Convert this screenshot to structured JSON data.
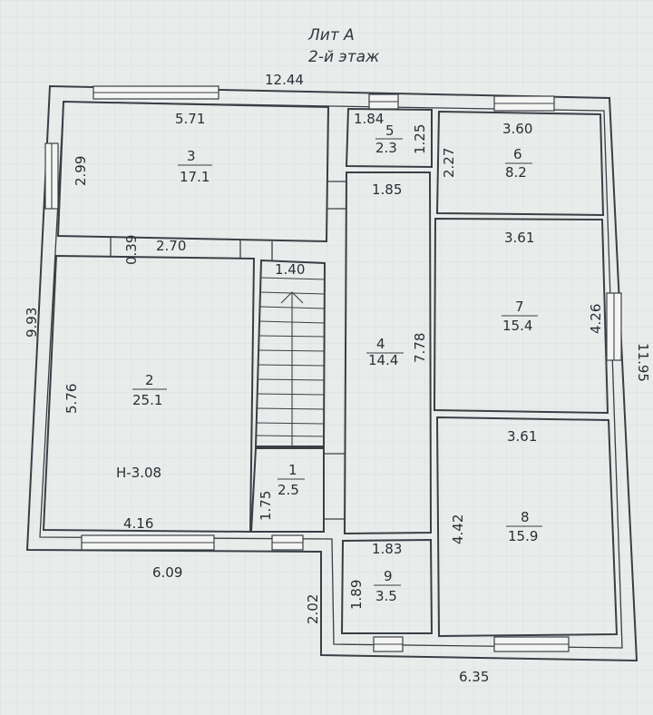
{
  "title": {
    "line1": "Лит А",
    "line2": "2-й этаж"
  },
  "dimensions": {
    "top_width": "12.44",
    "left_height": "9.93",
    "right_height": "11.95",
    "bottom_left_width": "6.09",
    "bottom_right_width": "6.35",
    "step": "2.02"
  },
  "height_mark": "Н-3.08",
  "rooms": [
    {
      "number": "1",
      "area": "2.5",
      "dims": [
        "1.75"
      ]
    },
    {
      "number": "2",
      "area": "25.1",
      "dims": [
        "5.76",
        "4.16"
      ]
    },
    {
      "number": "3",
      "area": "17.1",
      "dims": [
        "5.71",
        "2.99"
      ]
    },
    {
      "number": "4",
      "area": "14.4",
      "dims": [
        "1.85",
        "7.78"
      ]
    },
    {
      "number": "5",
      "area": "2.3",
      "dims": [
        "1.84",
        "1.25"
      ]
    },
    {
      "number": "6",
      "area": "8.2",
      "dims": [
        "3.60",
        "2.27"
      ]
    },
    {
      "number": "7",
      "area": "15.4",
      "dims": [
        "3.61",
        "4.26"
      ]
    },
    {
      "number": "8",
      "area": "15.9",
      "dims": [
        "3.61",
        "4.42"
      ]
    },
    {
      "number": "9",
      "area": "3.5",
      "dims": [
        "1.83",
        "1.89"
      ]
    }
  ],
  "corridor": {
    "dims": [
      "0.39",
      "2.70"
    ]
  },
  "stair": {
    "width": "1.40"
  }
}
